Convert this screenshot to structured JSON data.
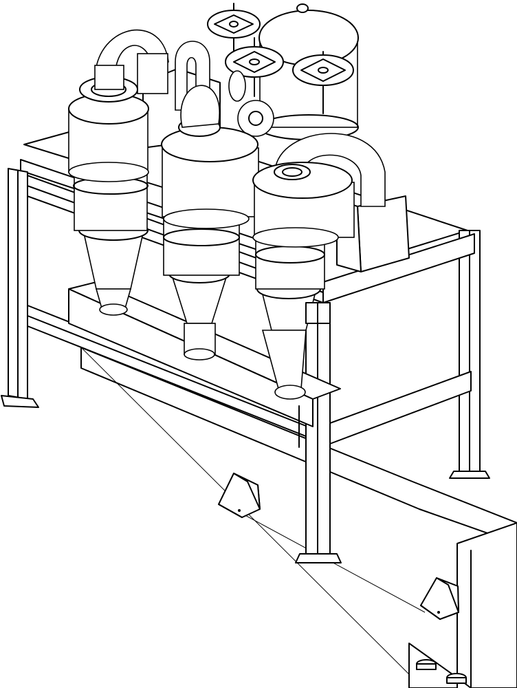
{
  "diagram": {
    "kind": "isometric line drawing",
    "palette": {
      "stroke": "#000000",
      "background": "#ffffff"
    },
    "components": {
      "frame": {
        "legs": 4,
        "crossbeams": 4
      },
      "hydrocyclones": {
        "count": 3,
        "inlet_bends": 3
      },
      "distributor": {
        "handwheels": 3
      },
      "underflow_trough": {
        "count": 1
      },
      "discharge_box": {
        "mounting_brackets": 2,
        "feet": 2
      }
    }
  }
}
